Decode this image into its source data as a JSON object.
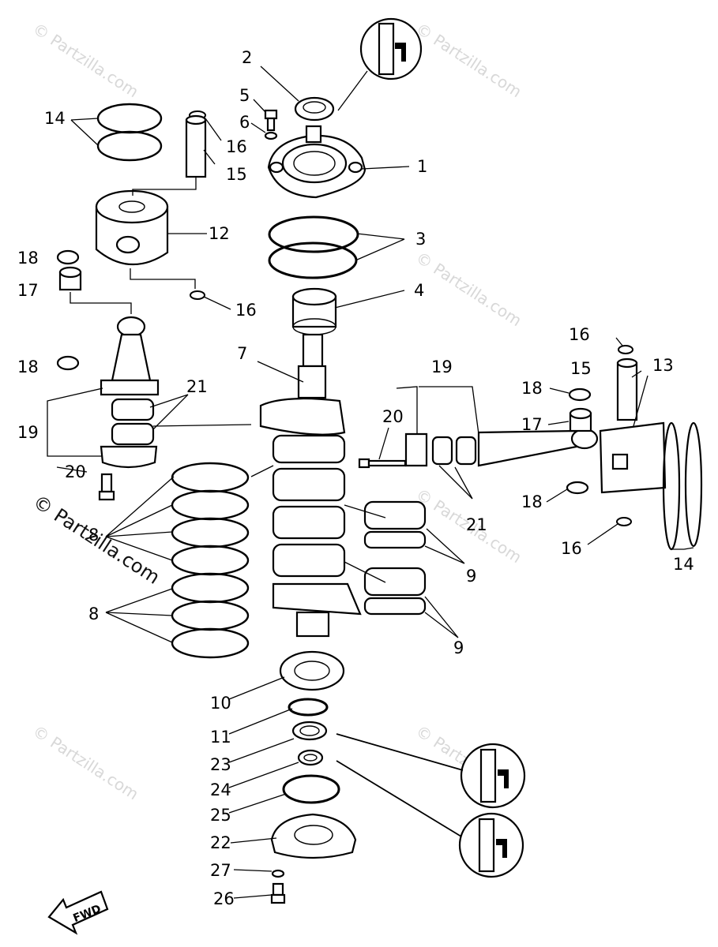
{
  "watermark": "© Partzilla.com",
  "fwd_label": "FWD",
  "callouts": [
    {
      "id": "c2",
      "text": "2"
    },
    {
      "id": "c5",
      "text": "5"
    },
    {
      "id": "c6",
      "text": "6"
    },
    {
      "id": "c1",
      "text": "1"
    },
    {
      "id": "c14a",
      "text": "14"
    },
    {
      "id": "c16a",
      "text": "16"
    },
    {
      "id": "c15a",
      "text": "15"
    },
    {
      "id": "c12",
      "text": "12"
    },
    {
      "id": "c3",
      "text": "3"
    },
    {
      "id": "c18a",
      "text": "18"
    },
    {
      "id": "c17a",
      "text": "17"
    },
    {
      "id": "c16b",
      "text": "16"
    },
    {
      "id": "c4",
      "text": "4"
    },
    {
      "id": "c7",
      "text": "7"
    },
    {
      "id": "c18b",
      "text": "18"
    },
    {
      "id": "c21a",
      "text": "21"
    },
    {
      "id": "c19a",
      "text": "19"
    },
    {
      "id": "c20a",
      "text": "20"
    },
    {
      "id": "c19b",
      "text": "19"
    },
    {
      "id": "c20b",
      "text": "20"
    },
    {
      "id": "c16c",
      "text": "16"
    },
    {
      "id": "c15b",
      "text": "15"
    },
    {
      "id": "c13",
      "text": "13"
    },
    {
      "id": "c18c",
      "text": "18"
    },
    {
      "id": "c17b",
      "text": "17"
    },
    {
      "id": "c21b",
      "text": "21"
    },
    {
      "id": "c18d",
      "text": "18"
    },
    {
      "id": "c16d",
      "text": "16"
    },
    {
      "id": "c14b",
      "text": "14"
    },
    {
      "id": "c8a",
      "text": "8"
    },
    {
      "id": "c8b",
      "text": "8"
    },
    {
      "id": "c9a",
      "text": "9"
    },
    {
      "id": "c9b",
      "text": "9"
    },
    {
      "id": "c10",
      "text": "10"
    },
    {
      "id": "c11",
      "text": "11"
    },
    {
      "id": "c23",
      "text": "23"
    },
    {
      "id": "c24",
      "text": "24"
    },
    {
      "id": "c25",
      "text": "25"
    },
    {
      "id": "c22",
      "text": "22"
    },
    {
      "id": "c27",
      "text": "27"
    },
    {
      "id": "c26",
      "text": "26"
    }
  ]
}
